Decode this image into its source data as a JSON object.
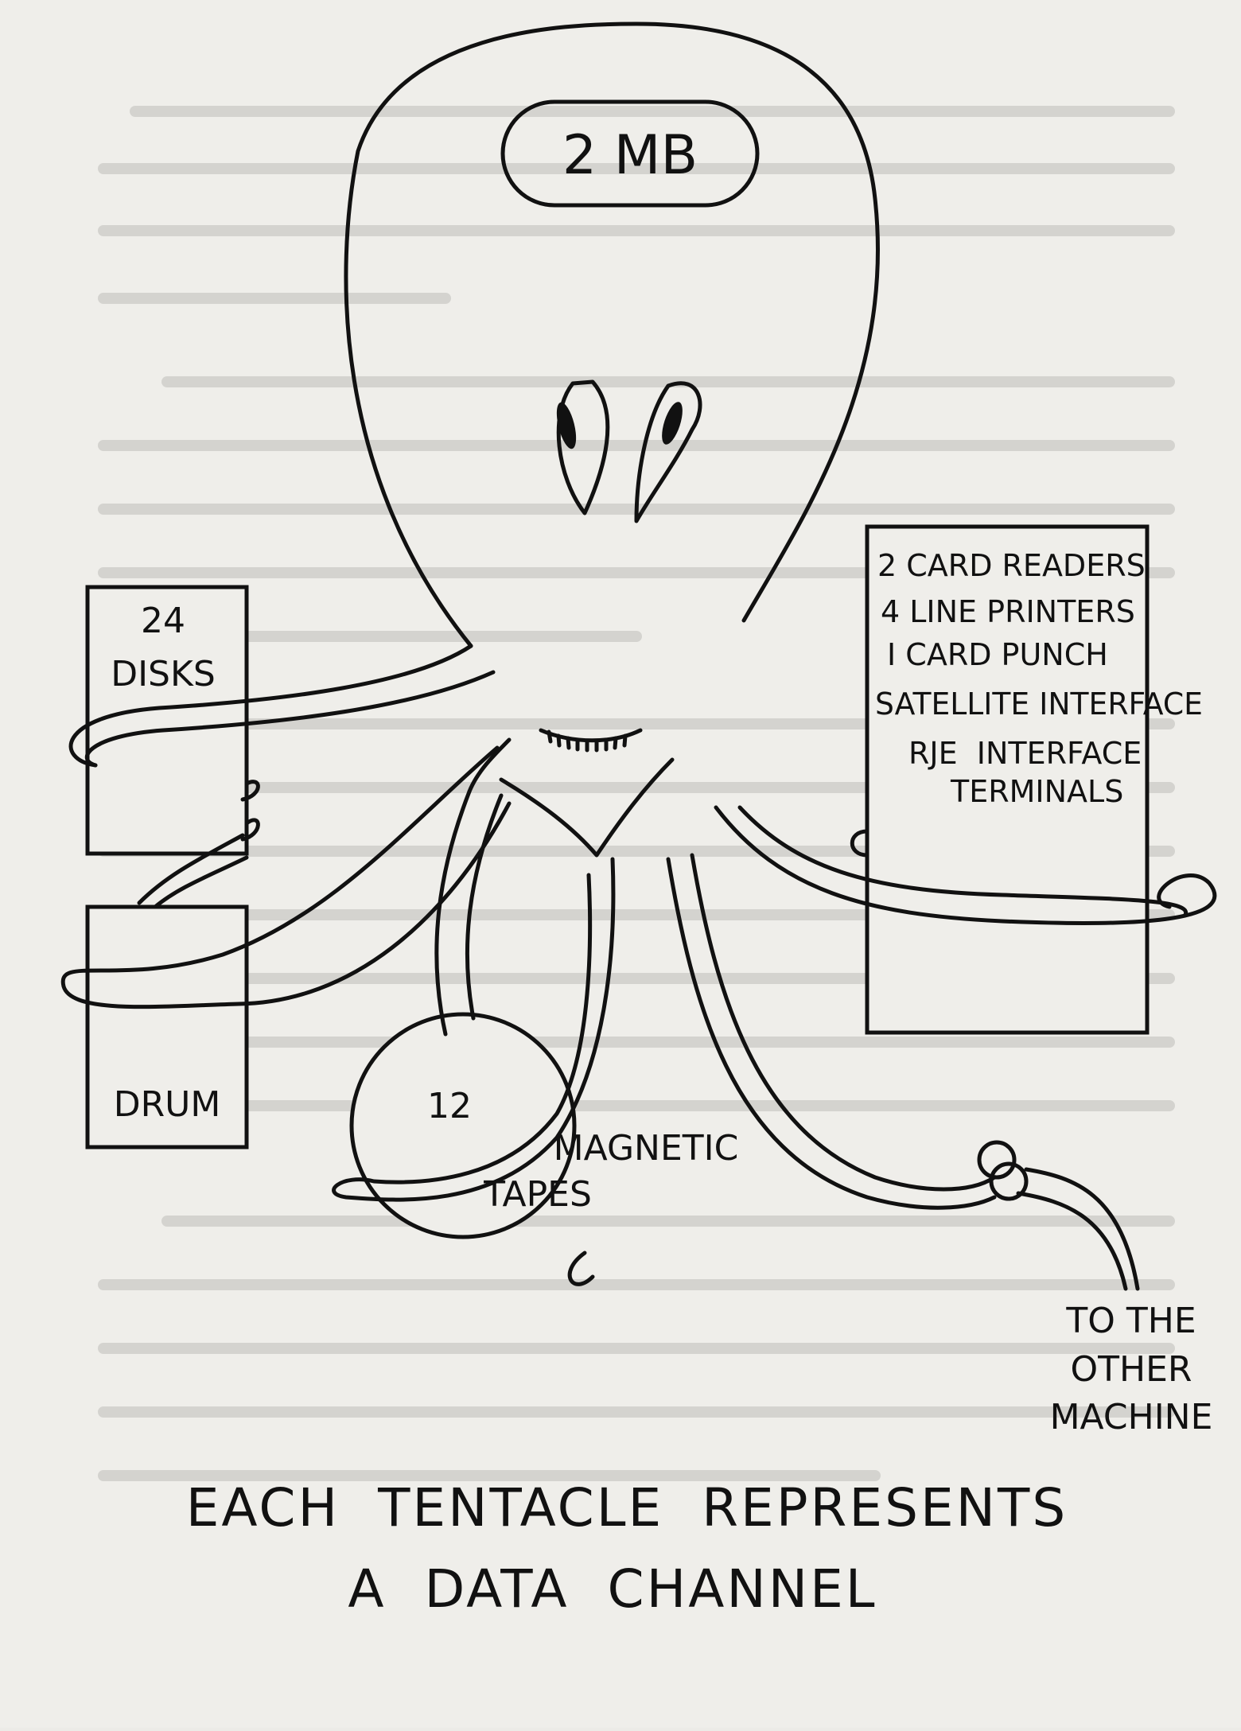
{
  "diagram": {
    "head_label": "2 MB",
    "disks": {
      "count": "24",
      "label": "DISKS"
    },
    "drum": {
      "label": "DRUM"
    },
    "tapes": {
      "count": "12",
      "line1": "MAGNETIC",
      "line2": "TAPES"
    },
    "peripherals": [
      "2 CARD READERS",
      "4 LINE PRINTERS",
      "I CARD PUNCH",
      "SATELLITE INTERFACE",
      "RJE  INTERFACE",
      "TERMINALS"
    ],
    "other_machine": [
      "TO THE",
      "OTHER",
      "MACHINE"
    ],
    "caption": [
      "EACH  TENTACLE  REPRESENTS",
      "A  DATA  CHANNEL"
    ]
  }
}
